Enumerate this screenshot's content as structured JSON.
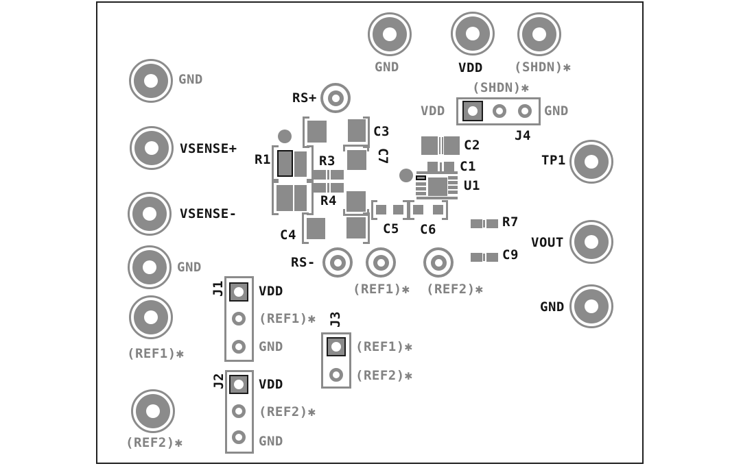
{
  "colors": {
    "silkscreen": "#8b8b8b",
    "label_gray": "#828282",
    "label_dark": "#141414",
    "board_border": "#1f1f1f"
  },
  "left_jacks": [
    {
      "label": "GND"
    },
    {
      "label": "VSENSE+"
    },
    {
      "label": "VSENSE-"
    },
    {
      "label": "GND"
    },
    {
      "label": "(REF1)✱"
    },
    {
      "label": "(REF2)✱"
    }
  ],
  "top_jacks": [
    {
      "label": "GND"
    },
    {
      "label": "VDD"
    },
    {
      "label": "(SHDN)✱"
    }
  ],
  "right_jacks": [
    {
      "label": "TP1"
    },
    {
      "label": "VOUT"
    },
    {
      "label": "GND"
    }
  ],
  "testpoints": {
    "rs_plus": "RS+",
    "rs_minus": "RS-",
    "ref1": "(REF1)✱",
    "ref2": "(REF2)✱"
  },
  "connectors": {
    "j1": {
      "ref": "J1",
      "pin1": "VDD",
      "pin2": "(REF1)✱",
      "pin3": "GND"
    },
    "j2": {
      "ref": "J2",
      "pin1": "VDD",
      "pin2": "(REF2)✱",
      "pin3": "GND"
    },
    "j3": {
      "ref": "J3",
      "pin1": "(REF1)✱",
      "pin2": "(REF2)✱"
    },
    "j4": {
      "ref": "J4",
      "top": "(SHDN)✱",
      "left": "VDD",
      "right": "GND"
    }
  },
  "components": {
    "r1": "R1",
    "r3": "R3",
    "r4": "R4",
    "r7": "R7",
    "c1": "C1",
    "c2": "C2",
    "c3": "C3",
    "c4": "C4",
    "c5": "C5",
    "c6": "C6",
    "c7": "C7",
    "c9": "C9",
    "u1": "U1"
  }
}
